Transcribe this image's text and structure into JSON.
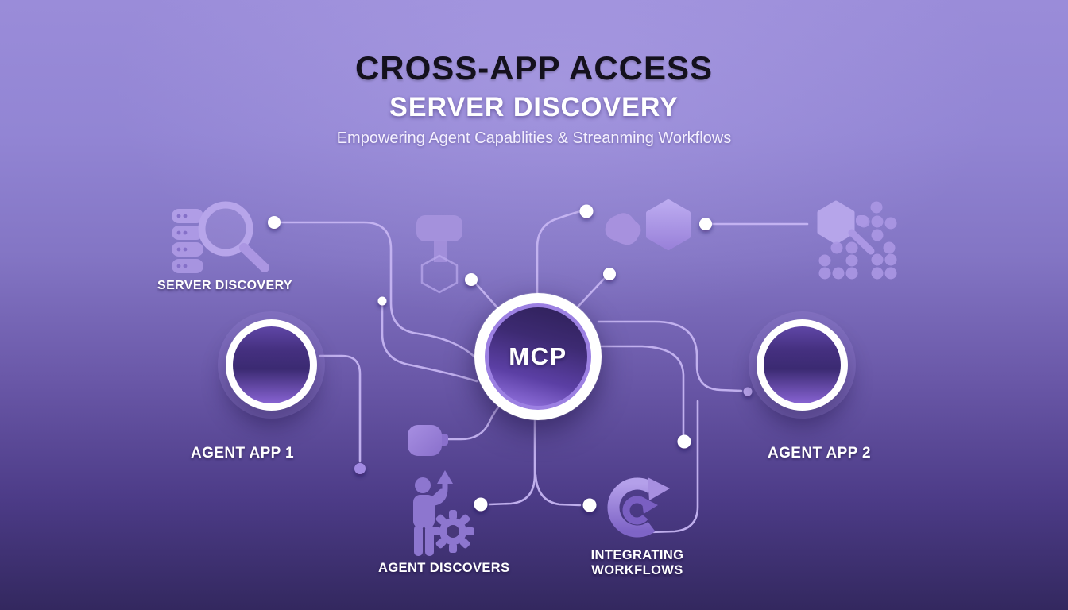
{
  "header": {
    "title": "CROSS-APP ACCESS",
    "subtitle": "SERVER DISCOVERY",
    "tagline": "Empowering Agent Capablities & Streanming Workflows"
  },
  "center": {
    "label": "MCP"
  },
  "nodes": {
    "server_discovery": {
      "label": "SERVER DISCOVERY",
      "icon": "database-search-icon"
    },
    "agent_app_1": {
      "label": "AGENT APP 1"
    },
    "agent_app_2": {
      "label": "AGENT APP 2"
    },
    "agent_discovers": {
      "label": "AGENT DISCOVERS",
      "icon": "person-arrow-gear-icon"
    },
    "integrating_workflows": {
      "label_line1": "INTEGRATING",
      "label_line2": "WORKFLOWS",
      "icon": "sync-arrows-icon"
    }
  },
  "colors": {
    "background_top": "#9a8cd9",
    "background_bottom": "#33285f",
    "connector_line": "#c6b5f2",
    "node_ring": "#ffffff",
    "node_fill_dark": "#3b2a72",
    "node_fill_light": "#9b7ae8",
    "icon_purple": "#8d76cf",
    "title_color": "#14111d"
  }
}
